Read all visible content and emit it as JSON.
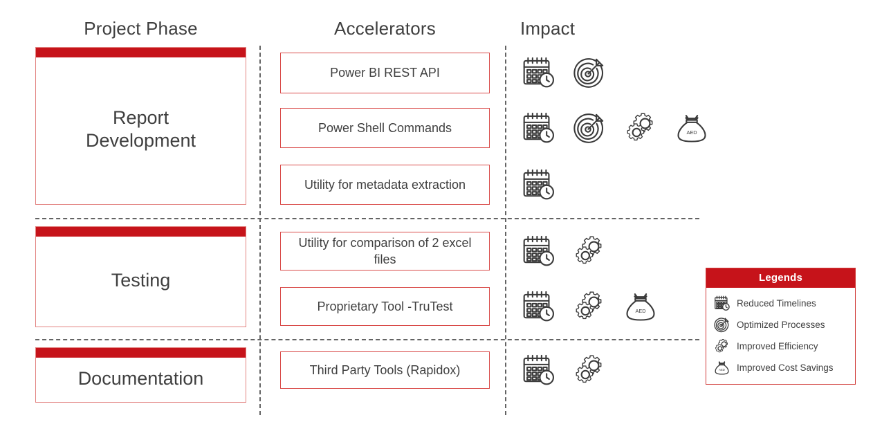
{
  "headers": {
    "phase": "Project Phase",
    "accelerators": "Accelerators",
    "impact": "Impact"
  },
  "colors": {
    "brand_red": "#C6131A",
    "box_border_red": "#d94a48",
    "phase_border_red": "#e2817f",
    "divider_gray": "#636363",
    "text_gray": "#3f3f3f",
    "icon_stroke": "#3b3b3b"
  },
  "rows": [
    {
      "phase": "Report\nDevelopment",
      "phase_label_line1": "Report",
      "phase_label_line2": "Development",
      "accelerators": [
        {
          "label": "Power BI REST API",
          "impacts": [
            "calendar-clock-icon",
            "target-arrow-icon"
          ]
        },
        {
          "label": "Power Shell Commands",
          "impacts": [
            "calendar-clock-icon",
            "target-arrow-icon",
            "gears-icon",
            "money-bag-icon"
          ]
        },
        {
          "label": "Utility for metadata extraction",
          "impacts": [
            "calendar-clock-icon"
          ]
        }
      ]
    },
    {
      "phase": "Testing",
      "phase_label_line1": "Testing",
      "phase_label_line2": "",
      "accelerators": [
        {
          "label": "Utility for comparison of 2 excel files",
          "impacts": [
            "calendar-clock-icon",
            "gears-icon"
          ]
        },
        {
          "label": "Proprietary Tool -TruTest",
          "impacts": [
            "calendar-clock-icon",
            "gears-icon",
            "money-bag-icon"
          ]
        }
      ]
    },
    {
      "phase": "Documentation",
      "phase_label_line1": "Documentation",
      "phase_label_line2": "",
      "accelerators": [
        {
          "label": "Third Party Tools (Rapidox)",
          "impacts": [
            "calendar-clock-icon",
            "gears-icon"
          ]
        }
      ]
    }
  ],
  "legend": {
    "title": "Legends",
    "items": [
      {
        "icon": "calendar-clock-icon",
        "label": "Reduced Timelines"
      },
      {
        "icon": "target-arrow-icon",
        "label": "Optimized Processes"
      },
      {
        "icon": "gears-icon",
        "label": "Improved Efficiency"
      },
      {
        "icon": "money-bag-icon",
        "label": "Improved Cost Savings"
      }
    ]
  },
  "icon_labels": {
    "money_bag_text": "AED"
  }
}
